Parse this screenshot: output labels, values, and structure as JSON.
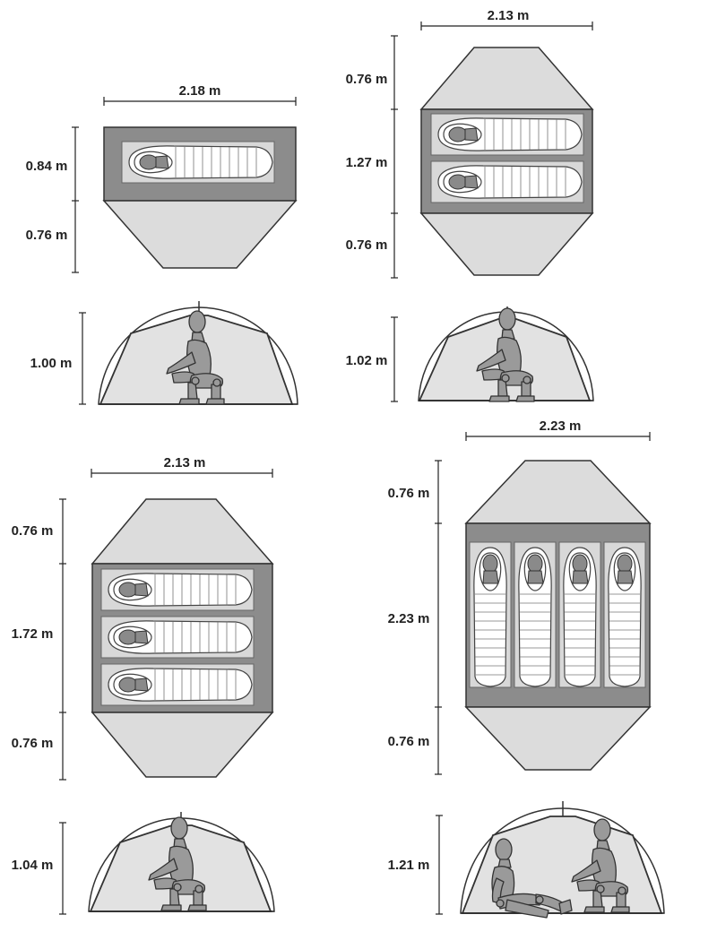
{
  "tents": [
    {
      "id": "one-person",
      "width": "2.18 m",
      "floor_depth": "0.84 m",
      "vestibule_depth": "0.76 m",
      "height": "1.00 m",
      "sleepers": 1
    },
    {
      "id": "two-person",
      "width": "2.13 m",
      "vestibule_top": "0.76 m",
      "floor_depth": "1.27 m",
      "vestibule_bottom": "0.76 m",
      "height": "1.02 m",
      "sleepers": 2
    },
    {
      "id": "three-person",
      "width": "2.13 m",
      "vestibule_top": "0.76 m",
      "floor_depth": "1.72 m",
      "vestibule_bottom": "0.76 m",
      "height": "1.04 m",
      "sleepers": 3
    },
    {
      "id": "four-person",
      "width": "2.23 m",
      "vestibule_top": "0.76 m",
      "floor_depth": "2.23 m",
      "vestibule_bottom": "0.76 m",
      "height": "1.21 m",
      "sleepers": 4
    }
  ],
  "colors": {
    "floor": "#8c8c8c",
    "vestibule": "#dcdcdc",
    "tent_interior": "#e2e2e2",
    "line": "#222222"
  }
}
